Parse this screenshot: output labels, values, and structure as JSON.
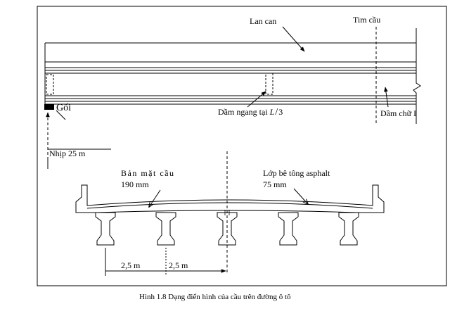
{
  "elevation": {
    "label_railing": "Lan can",
    "label_bridge_center": "Tim cầu",
    "label_cross_beam_prefix": "Dầm ngang tại ",
    "label_cross_beam_frac_num": "L",
    "label_cross_beam_frac_den": "3",
    "label_i_girder": "Dầm chữ I",
    "label_bearing": "Gối",
    "label_span": "Nhịp 25 m"
  },
  "section": {
    "label_deck": "Bản mặt cầu",
    "label_deck_thickness": "190 mm",
    "label_asphalt": "Lớp bê tông asphalt",
    "label_asphalt_thickness": "75 mm",
    "dim_1": "2,5 m",
    "dim_2": "2,5 m"
  },
  "caption": "Hình 1.8   Dạng điển hình của cầu trên đường ô tô"
}
